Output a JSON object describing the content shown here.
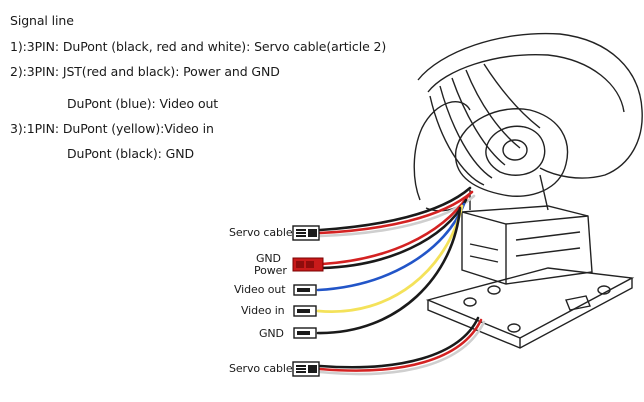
{
  "heading": "Signal line",
  "lines": {
    "l1": "1):3PIN:  DuPont (black, red and white): Servo cable(article 2)",
    "l2": "2):3PIN:  JST(red and black): Power and GND",
    "l3": "DuPont (blue): Video out",
    "l4": "3):1PIN:  DuPont (yellow):Video in",
    "l5": "DuPont (black): GND"
  },
  "connectors": {
    "servo_top": "Servo cable",
    "gnd_top": "GND",
    "power": "Power",
    "video_out": "Video out",
    "video_in": "Video in",
    "gnd": "GND",
    "servo_bottom": "Servo cable"
  },
  "colors": {
    "red": "#d42222",
    "black": "#1a1a1a",
    "white": "#f2f2f2",
    "blue": "#2255c8",
    "yellow": "#f4e25a"
  }
}
